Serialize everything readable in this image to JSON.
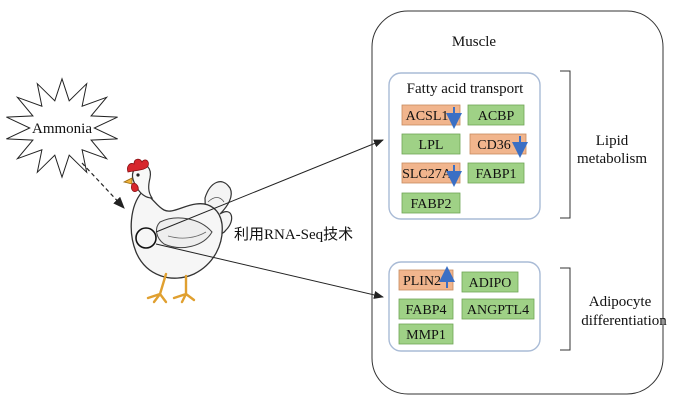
{
  "ammonia": {
    "label": "Ammonia"
  },
  "method": {
    "label": "利用RNA-Seq技术"
  },
  "muscle": {
    "label": "Muscle"
  },
  "fatty_acid": {
    "title": "Fatty acid transport",
    "genes": [
      {
        "name": "ACSL1",
        "state": "down"
      },
      {
        "name": "ACBP",
        "state": "none"
      },
      {
        "name": "LPL",
        "state": "none"
      },
      {
        "name": "CD36",
        "state": "down"
      },
      {
        "name": "SLC27A1",
        "display": "SLC27A",
        "state": "down"
      },
      {
        "name": "FABP1",
        "state": "none"
      },
      {
        "name": "FABP2",
        "state": "none"
      }
    ]
  },
  "lipid": {
    "line1": "Lipid",
    "line2": "metabolism"
  },
  "adipocyte": {
    "genes": [
      {
        "name": "PLIN2",
        "state": "up"
      },
      {
        "name": "ADIPO",
        "state": "none"
      },
      {
        "name": "FABP4",
        "state": "none"
      },
      {
        "name": "ANGPTL4",
        "state": "none"
      },
      {
        "name": "MMP1",
        "state": "none"
      }
    ],
    "line1": "Adipocyte",
    "line2": "differentiation"
  },
  "colors": {
    "changed": "#f1b58d",
    "unchanged": "#9fd186",
    "arrow": "#3b6fc4",
    "panel_border": "#a9bbd6"
  }
}
